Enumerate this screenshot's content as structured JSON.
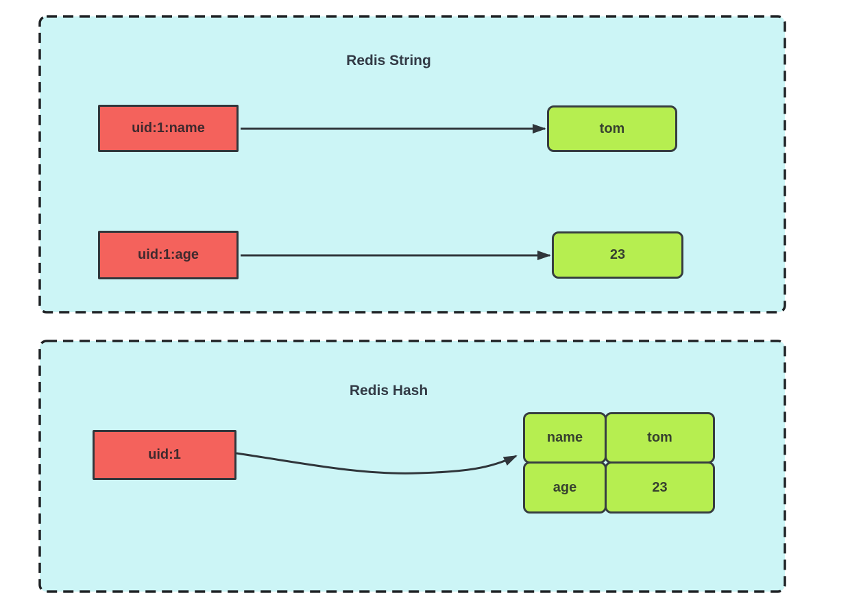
{
  "sections": [
    {
      "title": "Redis String",
      "entries": [
        {
          "key": "uid:1:name",
          "value": "tom"
        },
        {
          "key": "uid:1:age",
          "value": "23"
        }
      ]
    },
    {
      "title": "Redis Hash",
      "key": "uid:1",
      "fields": [
        {
          "name": "name",
          "value": "tom"
        },
        {
          "name": "age",
          "value": "23"
        }
      ]
    }
  ],
  "colors": {
    "panel_bg": "#ccf5f6",
    "panel_border": "#1f2225",
    "key_box": "#f4625c",
    "value_box": "#b6ee50",
    "arrow": "#2f353a"
  }
}
